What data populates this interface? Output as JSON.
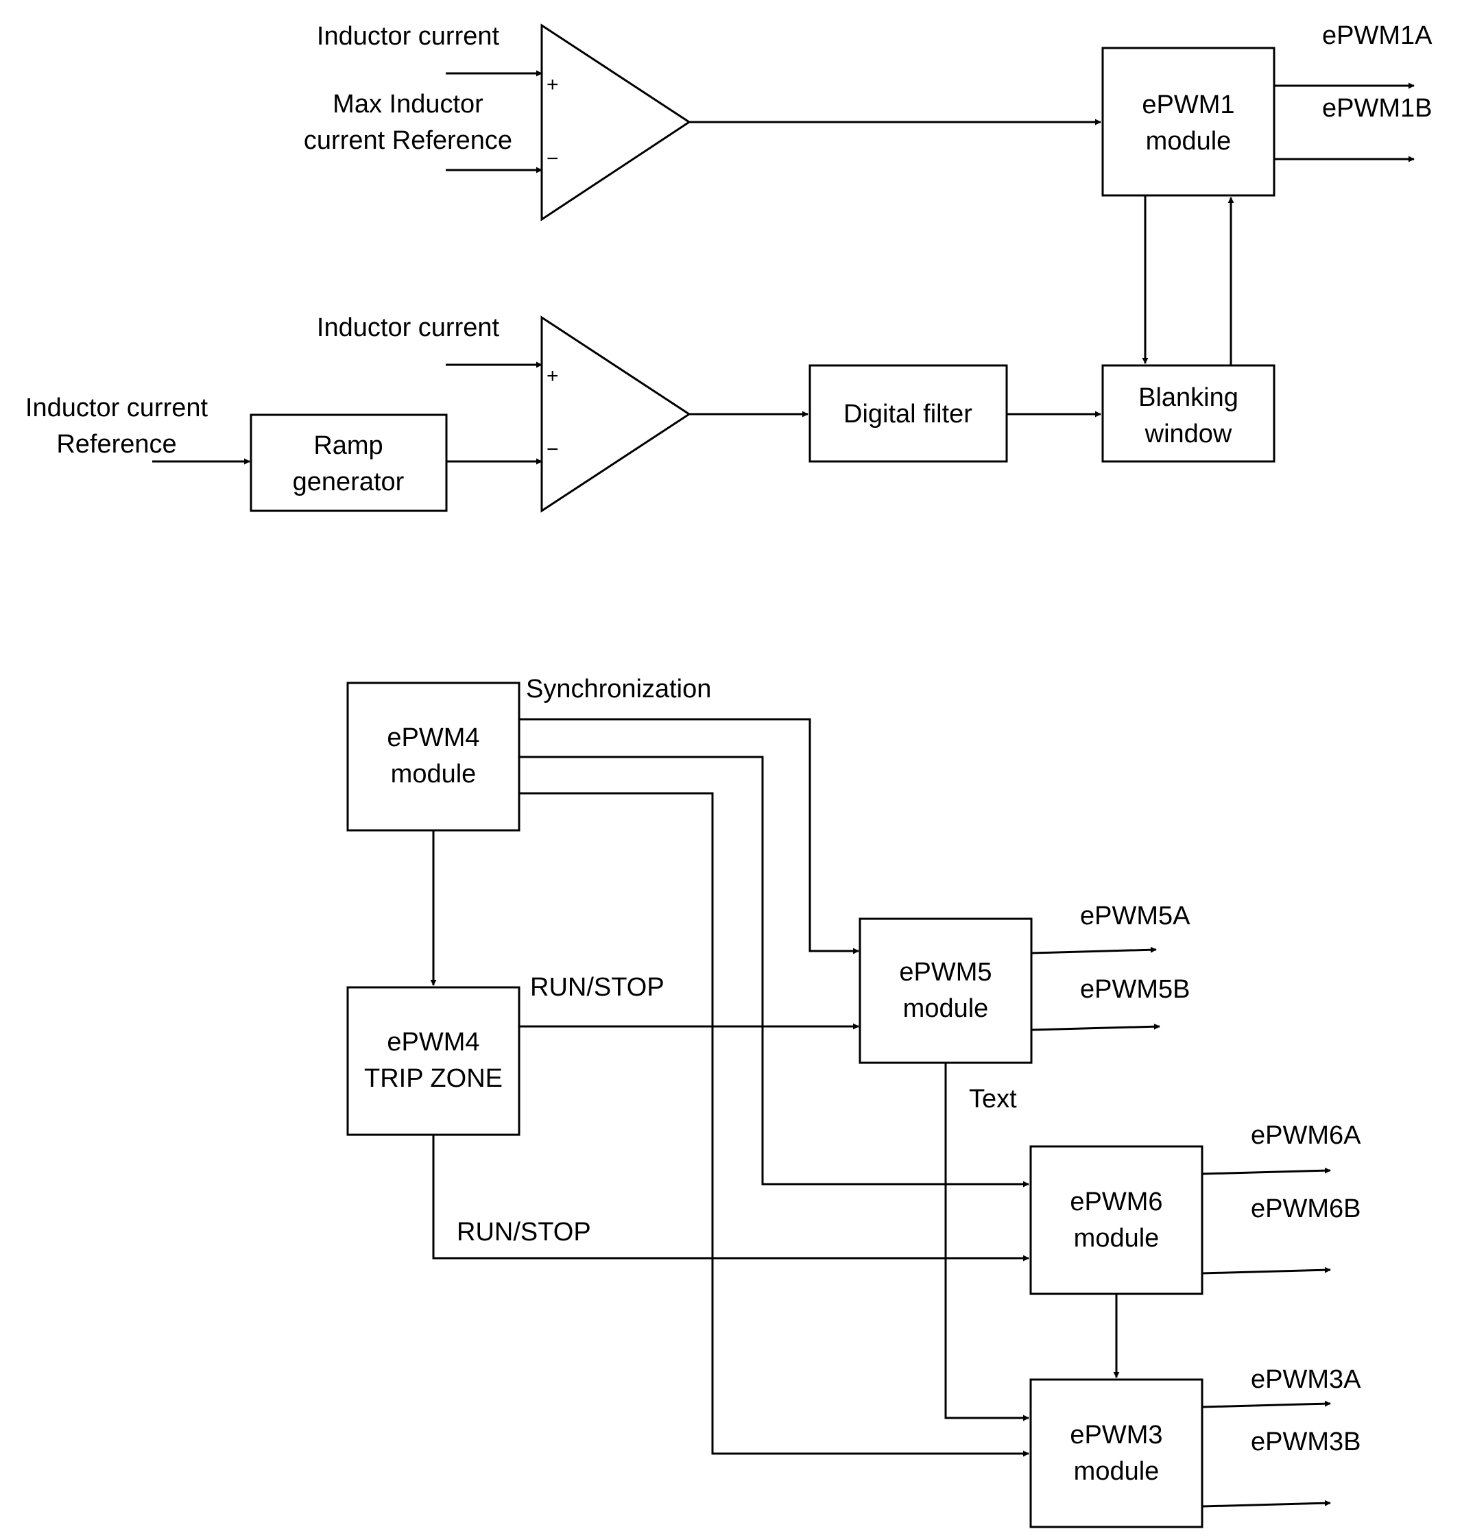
{
  "top": {
    "comparator1": {
      "input_plus_label": "Inductor current",
      "input_minus_label": [
        "Max Inductor",
        "current Reference"
      ],
      "plus": "+",
      "minus": "−"
    },
    "comparator2": {
      "input_plus_label": "Inductor current",
      "plus": "+",
      "minus": "−"
    },
    "ref_input_label": [
      "Inductor current",
      "Reference"
    ],
    "ramp_generator": [
      "Ramp",
      "generator"
    ],
    "digital_filter": "Digital filter",
    "blanking_window": [
      "Blanking",
      "window"
    ],
    "epwm1_module": [
      "ePWM1",
      "module"
    ],
    "epwm1_outputs": [
      "ePWM1A",
      "ePWM1B"
    ]
  },
  "bottom": {
    "epwm4_module": [
      "ePWM4",
      "module"
    ],
    "epwm4_trip_zone": [
      "ePWM4",
      "TRIP ZONE"
    ],
    "sync_label": "Synchronization",
    "run_stop_label_1": "RUN/STOP",
    "run_stop_label_2": "RUN/STOP",
    "text_label": "Text",
    "epwm5_module": [
      "ePWM5",
      "module"
    ],
    "epwm5_outputs": [
      "ePWM5A",
      "ePWM5B"
    ],
    "epwm6_module": [
      "ePWM6",
      "module"
    ],
    "epwm6_outputs": [
      "ePWM6A",
      "ePWM6B"
    ],
    "epwm3_module": [
      "ePWM3",
      "module"
    ],
    "epwm3_outputs": [
      "ePWM3A",
      "ePWM3B"
    ]
  }
}
